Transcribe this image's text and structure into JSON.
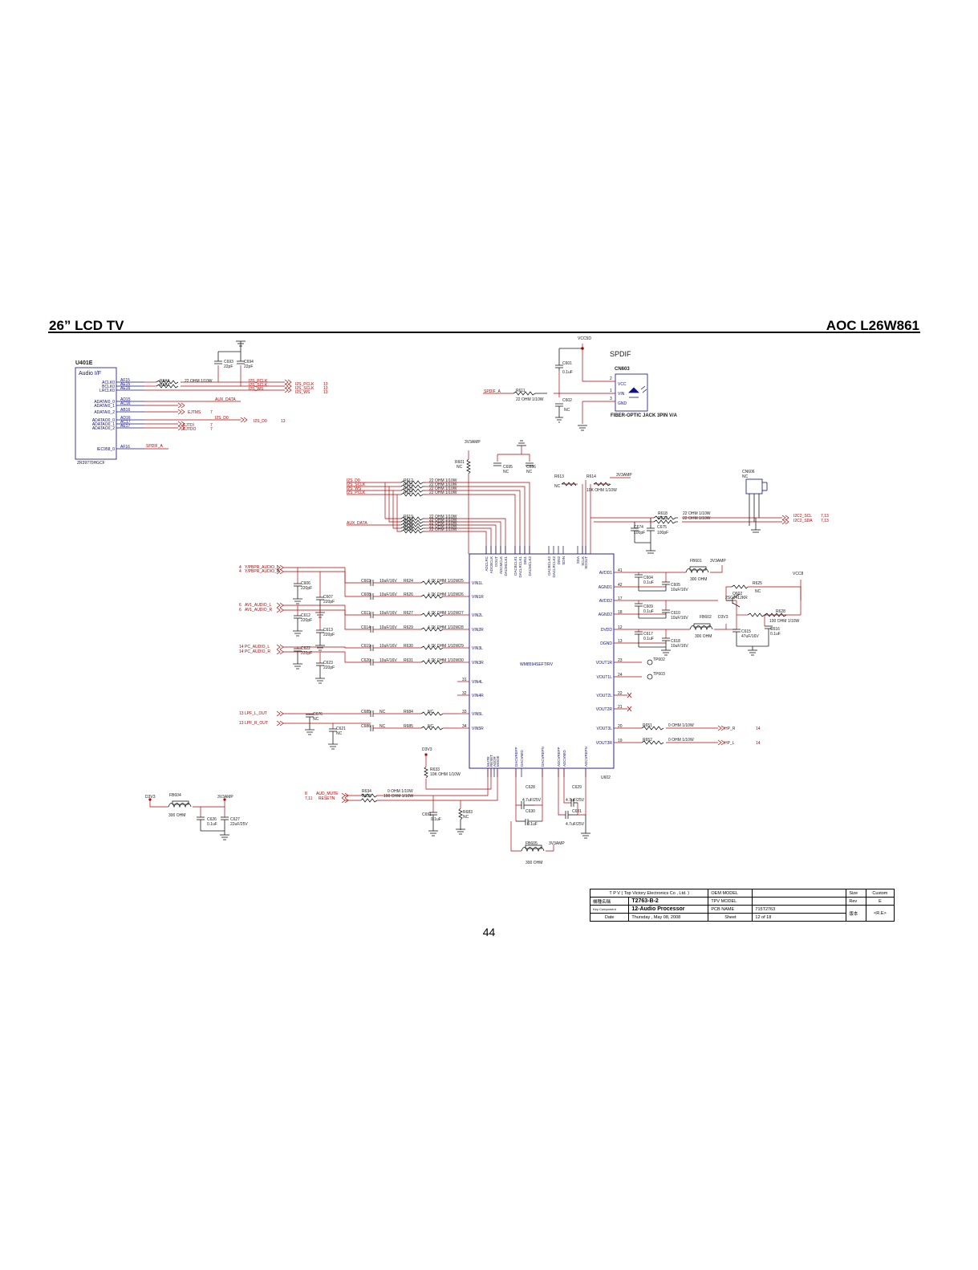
{
  "header": {
    "title_left": "26” LCD TV",
    "title_right": "AOC L26W861"
  },
  "page_number": "44",
  "colors": {
    "wire": "#b40000",
    "component": "#1a1a1a",
    "pin_text": "#101080"
  },
  "blocks": {
    "u401e": {
      "ref": "U401E",
      "name": "Audio I/F",
      "part": "ZR39770HGCF",
      "pins": [
        {
          "num": "AF15",
          "name": "ACLK0"
        },
        {
          "num": "AE15",
          "name": "BCLK0"
        },
        {
          "num": "AE16",
          "name": "LRCLK0"
        },
        {
          "num": "AD15",
          "name": "ADATAI0_0"
        },
        {
          "num": "AC16",
          "name": "ADATAI0_1"
        },
        {
          "num": "AB16",
          "name": "ADATAI0_2"
        },
        {
          "num": "AD16",
          "name": "ADATAO0_0"
        },
        {
          "num": "AC17",
          "name": "ADATAO0_1"
        },
        {
          "num": "AE17",
          "name": "ADATAO0_2"
        },
        {
          "num": "AF16",
          "name": "IEC958_0"
        }
      ],
      "resistors": [
        "R8A6",
        "R8A7"
      ],
      "resistor_value": "22 OHM 1/10W",
      "caps": [
        {
          "ref": "C693",
          "value": "22pF"
        },
        {
          "ref": "C694",
          "value": "22pF"
        }
      ],
      "nets": [
        "I2S_PCLK",
        "I2S_SCLK",
        "I2S_WS",
        "AUX_DATA",
        "EJTMS",
        "I2S_D0",
        "EJTDI",
        "EJTDO",
        "SPDIF_A"
      ],
      "net_pages": [
        "13",
        "13",
        "13",
        "7",
        "7",
        "7",
        "13"
      ]
    },
    "spdif": {
      "title": "SPDIF",
      "connector": "CN603",
      "supply": "VCC5D",
      "net": "SPDIF_A",
      "resistor": "R611",
      "resistor_value": "22 OHM 1/10W",
      "caps": [
        {
          "ref": "C601",
          "value": "0.1uF"
        },
        {
          "ref": "C602",
          "value": "NC"
        }
      ],
      "pins": [
        {
          "num": "2",
          "name": "VCC"
        },
        {
          "num": "1",
          "name": "VIN"
        },
        {
          "num": "3",
          "name": "GND"
        }
      ],
      "label": "FIBER-OPTIC JACK 3PIN V/A"
    },
    "codec": {
      "ref": "U602",
      "part": "WM8594SEFT/RV",
      "supply": "3V3AMP",
      "left_pins": [
        "VIN1L",
        "VIN1R",
        "VIN2L",
        "VIN2R",
        "VIN3L",
        "VIN3R",
        "VIN4L",
        "VIN4R",
        "VIN5L",
        "VIN5R"
      ],
      "right_pins": [
        "AVDD1",
        "AGND1",
        "AVDD2",
        "AGND2",
        "DVDD",
        "DGND",
        "VOUT1R",
        "VOUT1L",
        "VOUT2L",
        "VOUT2R",
        "VOUT3L",
        "VOUT3R"
      ],
      "right_pin_nums": [
        "41",
        "42",
        "17",
        "18",
        "12",
        "13",
        "23",
        "24",
        "22",
        "21",
        "20",
        "19"
      ],
      "top_pins": [
        "ADCLRC",
        "ADCBCLK",
        "DOUT",
        "ADCMCLK",
        "DACMCLK1",
        "DACBCLK1",
        "DACLRCLK1",
        "DIN1",
        "DACMCLK2",
        "DACBCLK2",
        "DACLRCLK2",
        "DIN2",
        "SDIN",
        "SDA",
        "SCLK",
        "SDOUT"
      ],
      "bottom_pins": [
        "MUTE",
        "RESET",
        "ADDR",
        "MODE",
        "DACVREFP",
        "DACVMID",
        "DACVREFN",
        "ADCVREFP",
        "ADCVMID",
        "ADCVREFN"
      ],
      "left_pin_nums": [
        "",
        "",
        "",
        "",
        "",
        "",
        "31",
        "32",
        "33",
        "34"
      ]
    },
    "inputs": {
      "nets": [
        "Y/PBPR_AUDIO_L",
        "Y/PBPR_AUDIO_R",
        "AV1_AUDIO_L",
        "AV1_AUDIO_R",
        "PC_AUDIO_L",
        "PC_AUDIO_R",
        "LPF_L_OUT",
        "LPF_R_OUT"
      ],
      "net_pages": [
        "4",
        "4",
        "6",
        "6",
        "14",
        "14",
        "13",
        "13"
      ],
      "coupling_caps": [
        "C603",
        "C608",
        "C611",
        "C614",
        "C619",
        "C620",
        "C685",
        "C686"
      ],
      "coupling_values": [
        "10uF/16V",
        "10uF/16V",
        "10uF/16V",
        "10uF/16V",
        "10uF/16V",
        "10uF/16V",
        "NC",
        "NC"
      ],
      "series_res": [
        "R624",
        "R626",
        "R627",
        "R629",
        "R630",
        "R631",
        "R684",
        "R685"
      ],
      "series_values": [
        "4.7K OHM 1/10W25",
        "4.7K OHM 1/10W26",
        "4.7K OHM 1/10W27",
        "4.7K OHM 1/10W28",
        "4.7K OHM 1/10W29",
        "4.7K OHM 1/10W30",
        "NC",
        "NC"
      ],
      "filter_caps": [
        "C606",
        "C607",
        "C612",
        "C613",
        "C622",
        "C623",
        "C676",
        "C621"
      ],
      "filter_values": [
        "220pF",
        "220pF",
        "220pF",
        "220pF",
        "220pF",
        "220pF",
        "NC",
        "NC"
      ]
    },
    "i2s_in": {
      "nets": [
        "I2S_D0",
        "I2S_SCLK",
        "I2S_WS",
        "I2S_PCLK",
        "AUX_DATA"
      ],
      "resistors": [
        "R612",
        "R615",
        "R616",
        "R617",
        "R619",
        "R620",
        "R621",
        "R622",
        "R623"
      ],
      "value": "22 OHM 1/10W",
      "top_parts": [
        {
          "ref": "R601",
          "value": "NC"
        },
        {
          "ref": "C695",
          "value": "NC"
        },
        {
          "ref": "C696",
          "value": "NC"
        },
        {
          "ref": "R613",
          "value": "NC"
        },
        {
          "ref": "R614",
          "value": "10K OHM 1/10W"
        }
      ]
    },
    "i2c": {
      "connector": "CN606",
      "connector_value": "NC",
      "resistors": [
        "R618",
        "R622"
      ],
      "value": "22 OHM 1/10W",
      "nets": [
        "I2C2_SCL",
        "I2C2_SDA"
      ],
      "net_pages": [
        "7,13",
        "7,13"
      ],
      "caps": [
        {
          "ref": "C674",
          "value": "100pF"
        },
        {
          "ref": "C675",
          "value": "100pF"
        }
      ]
    },
    "power": {
      "fb601": {
        "ref": "FB601",
        "value": "300 OHM"
      },
      "fb602": {
        "ref": "FB602",
        "value": "300 OHM"
      },
      "caps": [
        {
          "ref": "C604",
          "value": "0.1uF"
        },
        {
          "ref": "C605",
          "value": "10uF/16V"
        },
        {
          "ref": "C609",
          "value": "0.1uF"
        },
        {
          "ref": "C610",
          "value": "10uF/16V"
        },
        {
          "ref": "C617",
          "value": "0.1uF"
        },
        {
          "ref": "C618",
          "value": "10uF/16V"
        },
        {
          "ref": "C615",
          "value": "47uF/16V"
        },
        {
          "ref": "C616",
          "value": "0.1uF"
        }
      ],
      "q602": {
        "ref": "Q602",
        "value": "2SC3412KR"
      },
      "r625": {
        "ref": "R625",
        "value": "NC"
      },
      "r628": {
        "ref": "R628",
        "value": "100 OHM 1/10W"
      },
      "supplies": [
        "3V3AMP",
        "VCC8",
        "D3V3"
      ]
    },
    "outputs": {
      "testpoints": [
        "TP602",
        "TP603"
      ],
      "resistors": [
        {
          "ref": "R651",
          "value": "0 OHM 1/10W",
          "net": "HP_R"
        },
        {
          "ref": "R652",
          "value": "0 OHM 1/10W",
          "net": "HP_L"
        }
      ],
      "net_pages": [
        "14",
        "14"
      ]
    },
    "bottom": {
      "fb604": {
        "ref": "FB604",
        "value": "300 OHM"
      },
      "fb604_caps": [
        {
          "ref": "C626",
          "value": "0.1uF"
        },
        {
          "ref": "C627",
          "value": "22uF/25V"
        }
      ],
      "supplies": [
        "D3V3",
        "3V3AMP"
      ],
      "r633": {
        "ref": "R633",
        "value": "10K OHM 1/10W"
      },
      "mute": {
        "nets": [
          "AUD_MUTE",
          "RESETN"
        ],
        "pages": [
          "8",
          "7,11"
        ],
        "resistors": [
          "R634",
          "R635"
        ],
        "values": [
          "0 OHM 1/10W",
          "100 OHM 1/10W"
        ]
      },
      "caps": [
        {
          "ref": "C691",
          "value": "0.1uF"
        },
        {
          "ref": "R683",
          "value": "NC"
        },
        {
          "ref": "C628",
          "value": "4.7uF/25V"
        },
        {
          "ref": "C629",
          "value": "4.7uF/25V"
        },
        {
          "ref": "C630",
          "value": "0.1uF"
        },
        {
          "ref": "C631",
          "value": "4.7uF/25V"
        }
      ],
      "fb605": {
        "ref": "FB605",
        "value": "300 OHM"
      }
    }
  },
  "title_block": {
    "company": "T P V  ( Top  Victory  Electronics  Co ,  Ltd. )",
    "oem_model_label": "OEM MODEL",
    "size_label": "Size",
    "size_value": "Custom",
    "model_label": "機種名稱",
    "model_name": "T2763-B-2",
    "tpv_model_label": "TPV MODEL",
    "rev_label": "Rev",
    "rev_value": "E",
    "key_component_label": "Key Component",
    "sheet_title": "12-Audio Processor",
    "pcb_name_label": "PCB NAME",
    "pcb_name_value": "715T2763",
    "rev2_label": "版本",
    "rev2_value": "<R.E>",
    "date_label": "Date",
    "date_value": "Thursday , May 08, 2008",
    "sheet_label": "Sheet",
    "sheet_value": "12  of   18"
  }
}
